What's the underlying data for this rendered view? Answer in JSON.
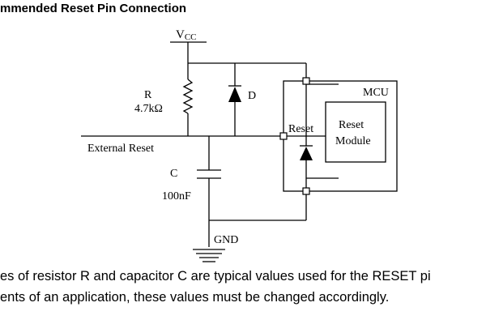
{
  "heading": "mmended Reset Pin Connection",
  "diagram": {
    "vcc_main": "V",
    "vcc_sub": "CC",
    "resistor_name": "R",
    "resistor_value": "4.7kΩ",
    "diode_label": "D",
    "mcu_label": "MCU",
    "reset_pin_label": "Reset",
    "reset_module_line1": "Reset",
    "reset_module_line2": "Module",
    "external_reset_label": "External Reset",
    "capacitor_name": "C",
    "capacitor_value": "100nF",
    "gnd_label": "GND"
  },
  "caption": {
    "line1": "es of resistor R and capacitor C are typical values used for the RESET pi",
    "line2": "ents of an application, these values must be changed accordingly."
  }
}
